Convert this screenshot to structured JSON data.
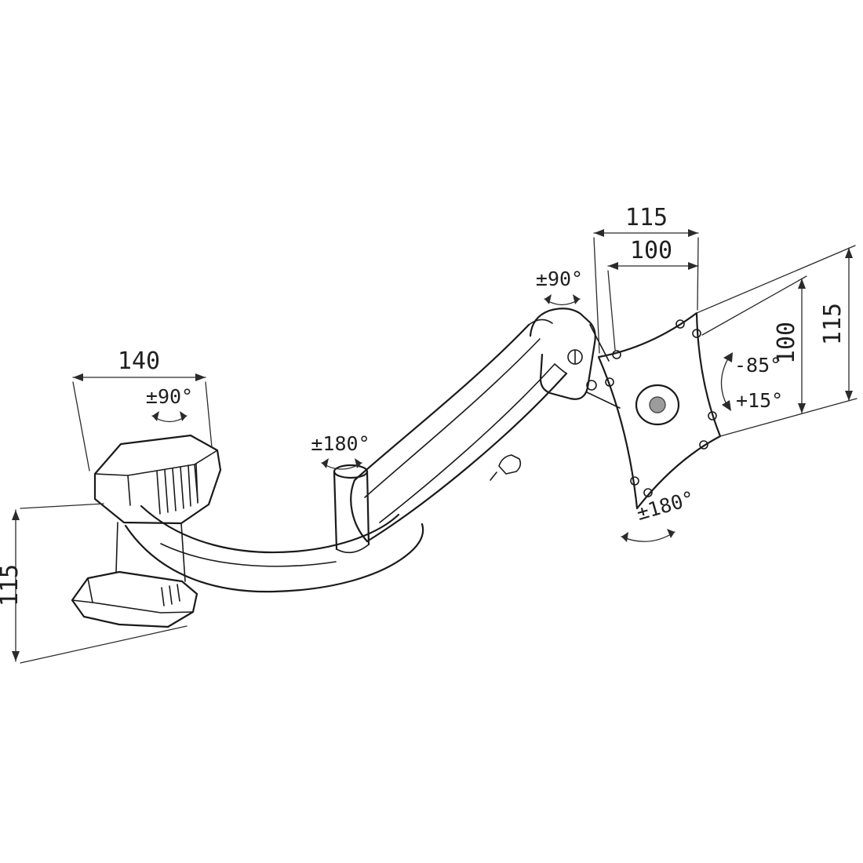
{
  "colors": {
    "line": "#1a1a1a",
    "dimension": "#2b2b2b",
    "background": "#ffffff",
    "bore_fill": "#9c9c9c"
  },
  "labels": {
    "bracket_width": "140",
    "bracket_height": "115",
    "base_swivel": "±90°",
    "arm_swivel": "±180°",
    "head_swivel": "±90°",
    "plate_outer_width": "115",
    "plate_hole_width": "100",
    "plate_hole_height": "100",
    "plate_outer_height": "115",
    "tilt_up": "-85°",
    "tilt_down": "+15°",
    "plate_swivel": "±180°"
  }
}
